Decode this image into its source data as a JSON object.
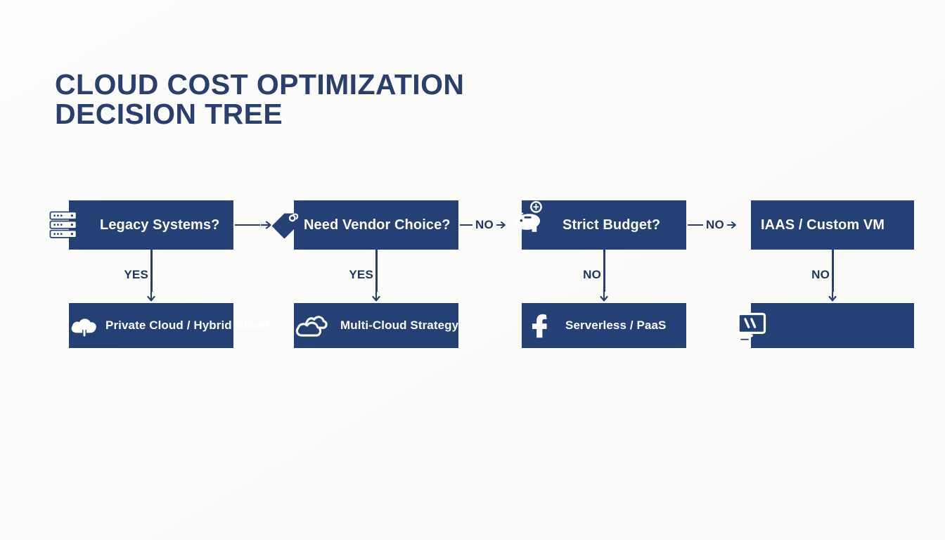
{
  "title": "Cloud Cost Optimization\nDecision Tree",
  "theme": {
    "box_fill": "#254074",
    "text_on_box": "#ffffff",
    "accent_navy": "#2a3f6b",
    "background": "#fbfbfa"
  },
  "decision_row": {
    "nodes": [
      {
        "label": "Legacy Systems?",
        "icon": "server-stack-icon"
      },
      {
        "label": "Need Vendor Choice?",
        "icon": "price-tag-icon"
      },
      {
        "label": "Strict Budget?",
        "icon": "piggy-bank-icon"
      },
      {
        "label": "IAAS / Custom VM",
        "icon": "none"
      }
    ],
    "connectors": [
      {
        "label": "",
        "from": "Legacy Systems?",
        "to": "Need Vendor Choice?"
      },
      {
        "label": "NO",
        "from": "Need Vendor Choice?",
        "to": "Strict Budget?"
      },
      {
        "label": "NO",
        "from": "Strict Budget?",
        "to": "IAAS / Custom VM"
      }
    ]
  },
  "outcome_row": {
    "nodes": [
      {
        "label": "Private Cloud / Hybrid Cloud",
        "icon": "cloud-upload-icon"
      },
      {
        "label": "Multi-Cloud Strategy",
        "icon": "multi-cloud-icon"
      },
      {
        "label": "Serverless / PaaS",
        "icon": "serverless-bolt-icon"
      },
      {
        "label": "",
        "icon": "desktop-monitor-icon"
      }
    ],
    "branch_labels": [
      "YES",
      "YES",
      "NO",
      "NO"
    ]
  }
}
